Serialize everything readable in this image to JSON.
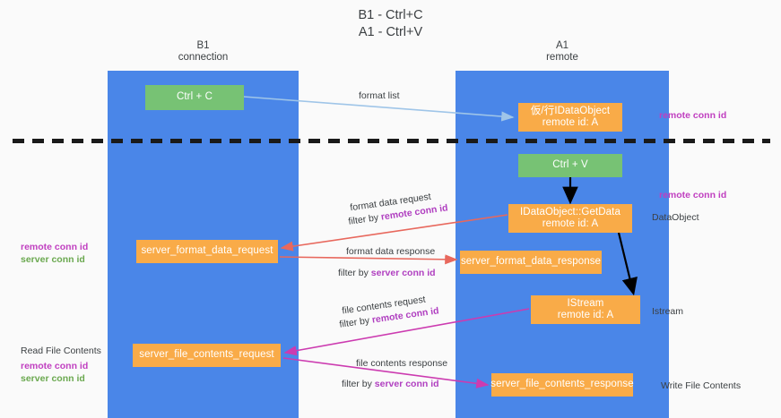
{
  "title": "B1 - Ctrl+C\nA1 - Ctrl+V",
  "columns": {
    "left": {
      "header": "B1\nconnection"
    },
    "right": {
      "header": "A1\nremote"
    }
  },
  "boxes": {
    "ctrl_c": "Ctrl + C",
    "data_object": "仮/行IDataObject\nremote id: A",
    "ctrl_v": "Ctrl + V",
    "get_data": "IDataObject::GetData\nremote id: A",
    "server_format_data_request": "server_format_data_request",
    "server_format_data_response": "server_format_data_response",
    "istream": "IStream\nremote id: A",
    "server_file_contents_request": "server_file_contents_request",
    "server_file_contents_response": "server_file_contents_response"
  },
  "edges": {
    "format_list": "format list",
    "format_data_request": "format data request",
    "format_data_request_filter_prefix": "filter by ",
    "format_data_request_filter_key": "remote conn id",
    "format_data_response": "format data response",
    "format_data_response_filter_prefix": "filter by ",
    "format_data_response_filter_key": "server conn id",
    "file_contents_request": "file contents request",
    "file_contents_request_filter_prefix": "filter by ",
    "file_contents_request_filter_key": "remote conn id",
    "file_contents_response": "file contents response",
    "file_contents_response_filter_prefix": "filter by ",
    "file_contents_response_filter_key": "server conn id"
  },
  "annotations": {
    "right_remote_conn_id_top": "remote conn id",
    "right_remote_conn_id_mid": "remote conn id",
    "right_data_object": "DataObject",
    "right_istream": "Istream",
    "right_write_file_contents": "Write File Contents",
    "left_remote_conn_id": "remote conn id",
    "left_server_conn_id": "server conn id",
    "left_read_file_contents": "Read File Contents",
    "left_remote_conn_id_2": "remote conn id",
    "left_server_conn_id_2": "server conn id"
  },
  "colors": {
    "column_blue": "#4a86e8",
    "box_green": "#77c274",
    "box_orange": "#f9ab48",
    "arrow_lightblue": "#9fc5e8",
    "arrow_red": "#e8685d",
    "arrow_magenta": "#cc3bb0",
    "arrow_black": "#000000",
    "text_purple": "#c03fc0",
    "text_green": "#6aa84f",
    "background": "#fafafa"
  }
}
